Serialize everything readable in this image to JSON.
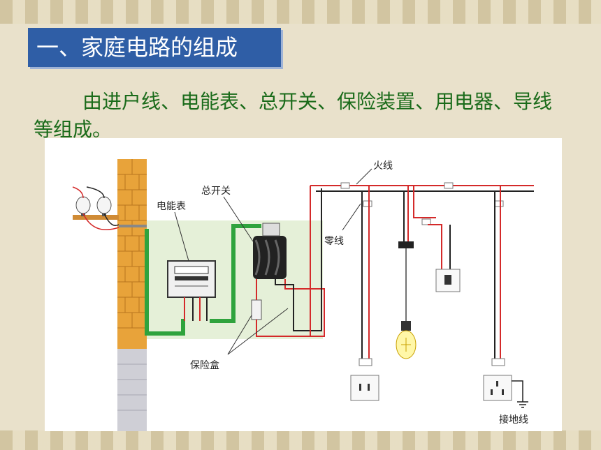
{
  "slide": {
    "title": "一、家庭电路的组成",
    "description": "由进户线、电能表、总开关、保险装置、用电器、导线等组成。"
  },
  "diagram": {
    "labels": {
      "meter": "电能表",
      "main_switch": "总开关",
      "live_wire": "火线",
      "neutral_wire": "零线",
      "fuse_box": "保险盒",
      "ground_wire": "接地线"
    },
    "colors": {
      "live": "#d42a2a",
      "neutral": "#222222",
      "incoming": "#2fa33d",
      "brick": "#e8a33a",
      "panel": "#e5f0d8"
    }
  }
}
